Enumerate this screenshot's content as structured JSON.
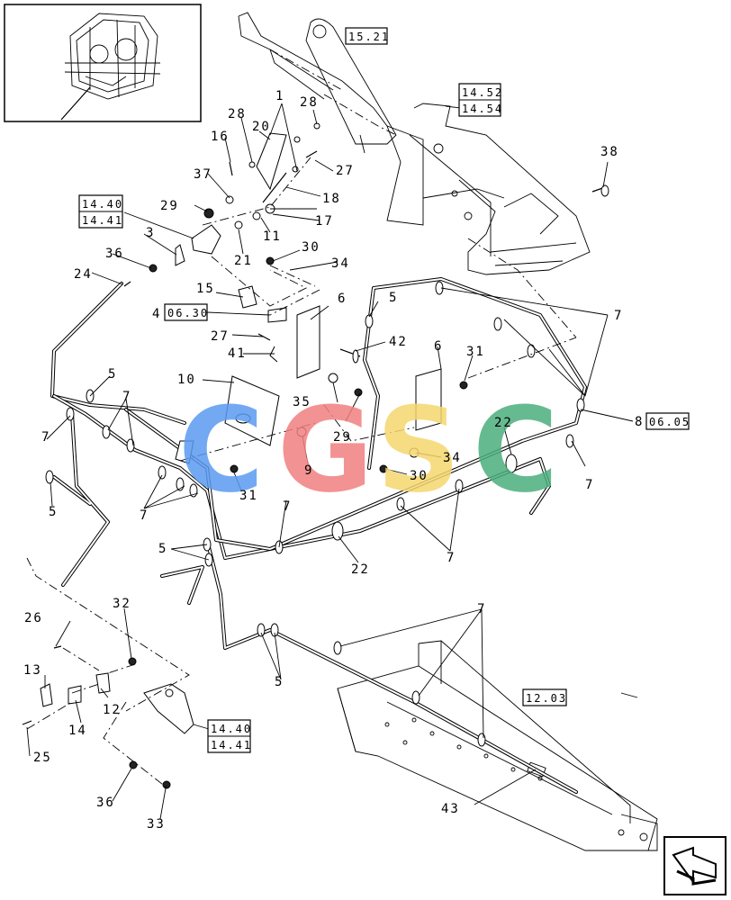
{
  "reference_boxes": {
    "r1521": "15.21",
    "r1452": "14.52",
    "r1454": "14.54",
    "r1440a": "14.40",
    "r1441a": "14.41",
    "r0630": "06.30",
    "r0605": "06.05",
    "r1203": "12.03",
    "r1440b": "14.40",
    "r1441b": "14.41"
  },
  "callouts": {
    "c1": "1",
    "c3": "3",
    "c4": "4",
    "c5a": "5",
    "c5b": "5",
    "c5c": "5",
    "c5d": "5",
    "c5e": "5",
    "c6a": "6",
    "c6b": "6",
    "c7a": "7",
    "c7b": "7",
    "c7c": "7",
    "c7d": "7",
    "c7e": "7",
    "c7f": "7",
    "c7g": "7",
    "c8": "8",
    "c9": "9",
    "c10": "10",
    "c11": "11",
    "c12": "12",
    "c13": "13",
    "c14": "14",
    "c15": "15",
    "c16": "16",
    "c17": "17",
    "c18": "18",
    "c20": "20",
    "c21": "21",
    "c22a": "22",
    "c22b": "22",
    "c24": "24",
    "c25": "25",
    "c26": "26",
    "c27a": "27",
    "c27b": "27",
    "c28a": "28",
    "c28b": "28",
    "c29a": "29",
    "c29b": "29",
    "c30a": "30",
    "c30b": "30",
    "c31a": "31",
    "c31b": "31",
    "c32": "32",
    "c33": "33",
    "c34a": "34",
    "c34b": "34",
    "c35": "35",
    "c36a": "36",
    "c36b": "36",
    "c37": "37",
    "c38": "38",
    "c41": "41",
    "c42": "42",
    "c43": "43"
  },
  "watermark": {
    "letters": [
      "C",
      "G",
      "S",
      "C"
    ],
    "colors": [
      "#5b9bf0",
      "#f08080",
      "#f5d76e",
      "#4caf7d"
    ]
  }
}
